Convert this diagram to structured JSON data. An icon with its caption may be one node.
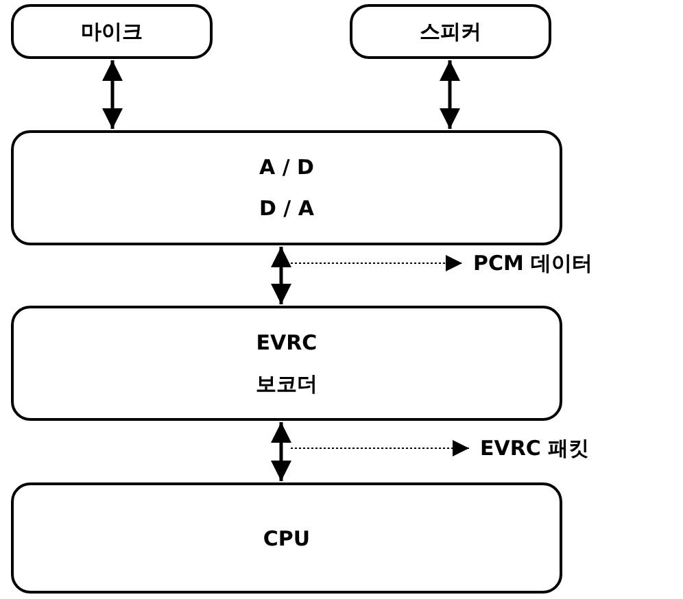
{
  "diagram": {
    "nodes": [
      {
        "text": [
          "마이크"
        ]
      },
      {
        "text": [
          "스피커"
        ]
      },
      {
        "text": [
          "A / D",
          "D / A"
        ]
      },
      {
        "text": [
          "EVRC",
          "보코더"
        ]
      },
      {
        "text": [
          "CPU"
        ]
      },
      {
        "text": [
          "PCM 데이터"
        ]
      },
      {
        "text": [
          "EVRC 패킷"
        ]
      }
    ],
    "edges": [
      {
        "from": 0,
        "to": 2,
        "arrow": "both"
      },
      {
        "from": 1,
        "to": 2,
        "arrow": "both"
      },
      {
        "from": 2,
        "to": 3,
        "arrow": "both"
      },
      {
        "from": 3,
        "to": 4,
        "arrow": "both"
      },
      {
        "from": null,
        "to": 5,
        "arrow": "to",
        "style": "dashed"
      },
      {
        "from": null,
        "to": 6,
        "arrow": "to",
        "style": "dashed"
      }
    ]
  }
}
